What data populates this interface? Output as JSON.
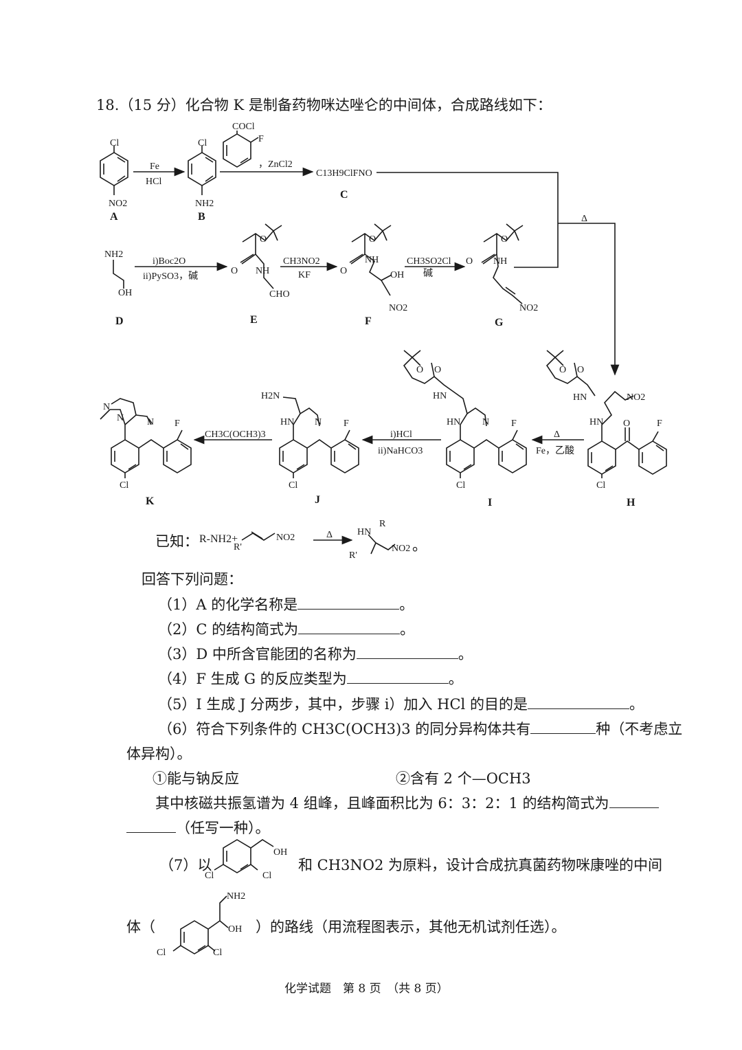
{
  "question": {
    "header": "18.（15 分）化合物 K 是制备药物咪达唑仑的中间体，合成路线如下："
  },
  "scheme": {
    "compound_labels": [
      "A",
      "B",
      "C",
      "D",
      "E",
      "F",
      "G",
      "H",
      "I",
      "J",
      "K"
    ],
    "atoms": {
      "cl": "Cl",
      "no2": "NO2",
      "nh2": "NH2",
      "oh": "OH",
      "cho": "CHO",
      "nh": "NH",
      "hn": "HN",
      "o": "O",
      "f": "F",
      "n": "N",
      "cocl": "COCl",
      "h2n": "H2N"
    },
    "formula_c": "C13H9ClFNO",
    "reagents": {
      "a_to_b_top": "Fe",
      "a_to_b_bottom": "HCl",
      "b_to_c": "，ZnCl2",
      "d_to_e_top": "i)Boc2O",
      "d_to_e_bottom": "ii)PySO3，碱",
      "e_to_f_top": "CH3NO2",
      "e_to_f_bottom": "KF",
      "f_to_g_top": "CH3SO2Cl",
      "f_to_g_bottom": "碱",
      "c_g_to_h": "Δ",
      "h_to_i_top": "Δ",
      "h_to_i_bottom": "Fe，乙酸",
      "i_to_j_top": "i)HCl",
      "i_to_j_bottom": "ii)NaHCO3",
      "j_to_k": "CH3C(OCH3)3"
    }
  },
  "known": {
    "prefix": "已知：",
    "reactant_amine": "R-NH2+",
    "reactant_r": "R'",
    "product_r": "R",
    "product_r_prime": "R'",
    "arrow_label": "Δ"
  },
  "answer_intro": "回答下列问题：",
  "questions": {
    "q1": "（1）A 的化学名称是",
    "q2": "（2）C 的结构简式为",
    "q3": "（3）D 中所含官能团的名称为",
    "q4": "（4）F 生成 G 的反应类型为",
    "q5": "（5）I 生成 J 分两步，其中，步骤 i）加入 HCl 的目的是",
    "q6_line1": "（6）符合下列条件的 CH3C(OCH3)3 的同分异构体共有",
    "q6_unit": "种（不考虑立",
    "q6_line2": "体异构）。",
    "cond1": "①能与钠反应",
    "cond2": "②含有 2 个—OCH3",
    "q6_nmr": "其中核磁共振氢谱为 4 组峰，且峰面积比为 6：3：2：1 的结构简式为",
    "q6_end": "（任写一种）。",
    "q7_prefix": "（7）以",
    "q7_mid": "和 CH3NO2 为原料，设计合成抗真菌药物咪康唑的中间",
    "q7_line2_prefix": "体（",
    "q7_line2_suffix": "）的路线（用流程图表示，其他无机试剂任选）。",
    "period": "。"
  },
  "footer": "化学试题　第 8 页　（共 8 页）"
}
